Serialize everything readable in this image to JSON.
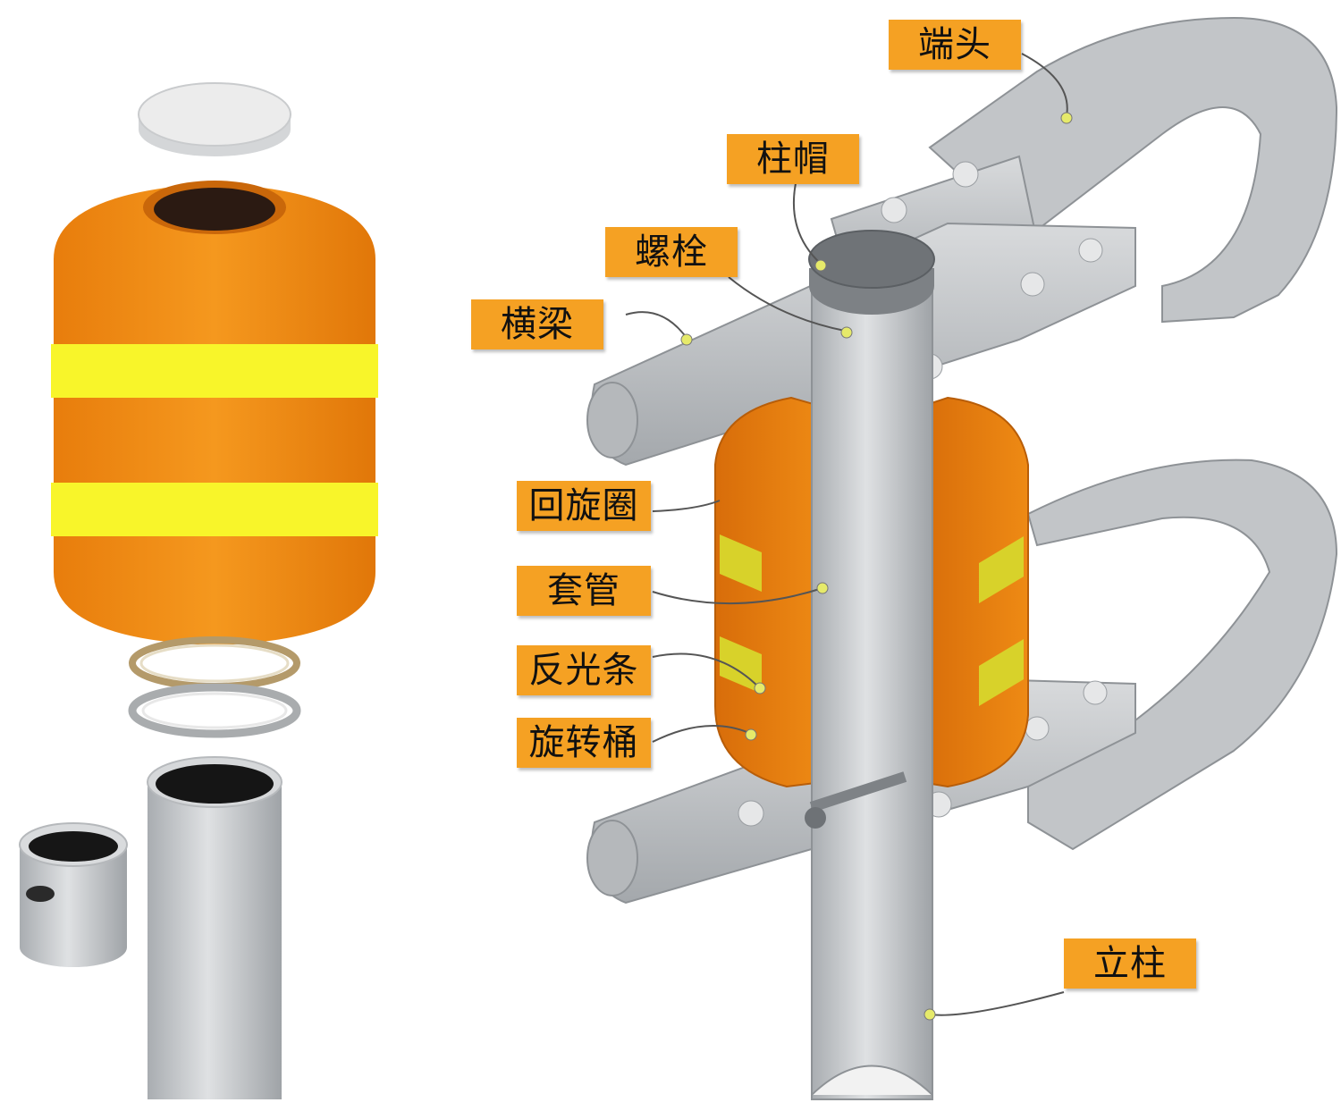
{
  "colors": {
    "orange": "#f08a12",
    "orange_dark": "#d66a0a",
    "reflective": "#f8f52a",
    "steel": "#b9bcbf",
    "steel_dark": "#8e9296",
    "label_bg": "#f5a123"
  },
  "labels": {
    "end_head": "端头",
    "post_cap": "柱帽",
    "bolt": "螺栓",
    "crossbeam": "横梁",
    "rotation_ring": "回旋圈",
    "sleeve": "套管",
    "reflective_strip": "反光条",
    "rotating_barrel": "旋转桶",
    "upright_post": "立柱"
  }
}
